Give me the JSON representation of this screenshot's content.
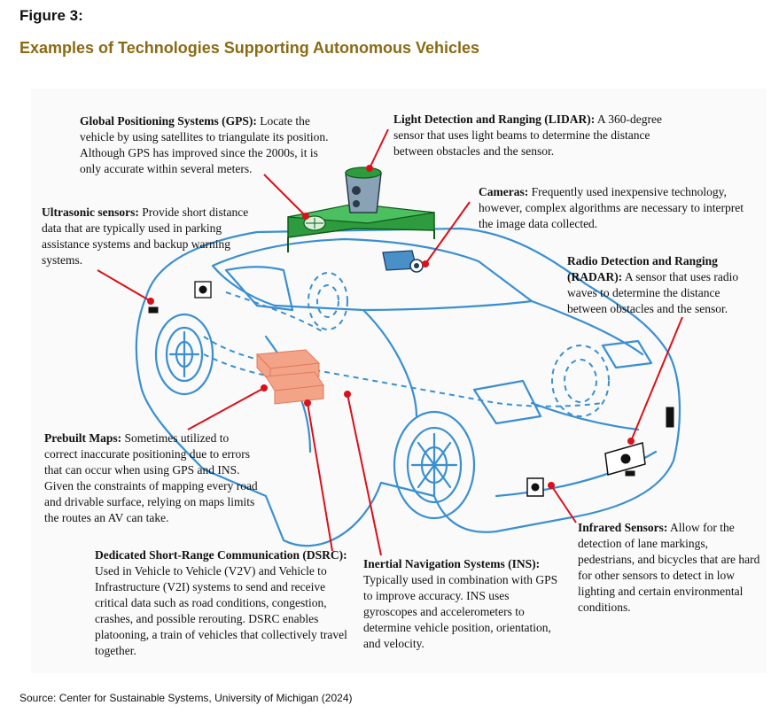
{
  "figure_label": "Figure 3:",
  "figure_title": "Examples of Technologies Supporting Autonomous Vehicles",
  "source": "Source: Center for Sustainable Systems, University of Michigan (2024)",
  "colors": {
    "title": "#8a6a13",
    "car_outline": "#3b8fd0",
    "leader_lines": "#d9111b",
    "sensor_rack": "#2e9c3e",
    "maps_block": "#f3a488"
  },
  "callouts": {
    "gps": {
      "title": "Global Positioning Systems (GPS):",
      "body": "Locate the vehicle by using satellites to triangulate its position. Although GPS has improved since the 2000s, it is only accurate within several meters."
    },
    "lidar": {
      "title": "Light Detection and Ranging (LIDAR):",
      "body": "A 360-degree sensor that uses light beams to determine the distance between obstacles and the sensor."
    },
    "cameras": {
      "title": "Cameras:",
      "body": "Frequently used inexpensive technology, however, complex algorithms are necessary to interpret the image data collected."
    },
    "ultrasonic": {
      "title": "Ultrasonic sensors:",
      "body": "Provide short distance data that are typically used in parking assistance systems and backup warning systems."
    },
    "radar": {
      "title": "Radio Detection and Ranging (RADAR):",
      "body": "A sensor that uses radio waves to determine the distance between obstacles and the sensor."
    },
    "maps": {
      "title": "Prebuilt Maps:",
      "body": "Sometimes utilized to correct inaccurate positioning due to errors that can occur when using GPS and INS. Given the constraints of mapping every road and drivable surface, relying on maps limits the routes  an AV can take."
    },
    "dsrc": {
      "title": "Dedicated Short-Range Communication (DSRC):",
      "body": "Used in Vehicle to Vehicle (V2V) and Vehicle to Infrastructure (V2I) systems to send and receive critical data such as road conditions, congestion, crashes, and possible rerouting. DSRC enables platooning, a train of vehicles that collectively travel together."
    },
    "ins": {
      "title": "Inertial Navigation Systems (INS):",
      "body": "Typically used in combination with GPS to improve accuracy. INS uses gyroscopes and accelerometers to determine vehicle position, orientation, and velocity."
    },
    "infrared": {
      "title": "Infrared Sensors:",
      "body": "Allow for the detection of lane markings, pedestrians, and bicycles that are hard for other sensors to detect in low lighting and certain environmental conditions."
    }
  }
}
